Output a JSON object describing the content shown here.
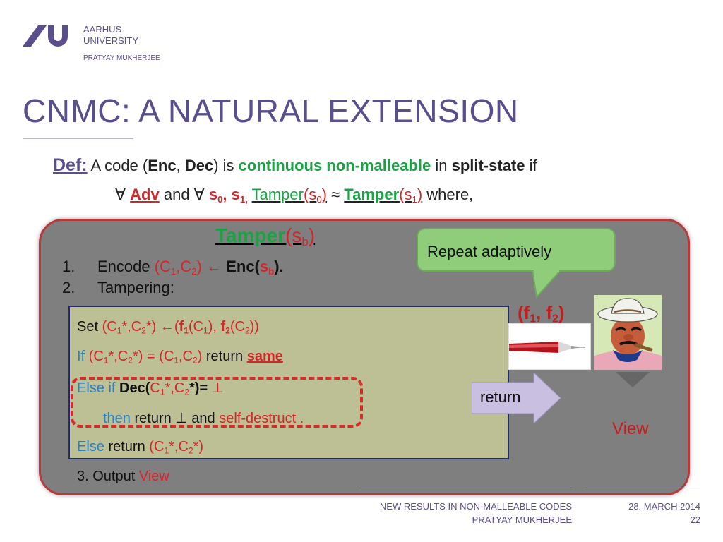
{
  "header": {
    "university_line1": "AARHUS",
    "university_line2": "UNIVERSITY",
    "author": "PRATYAY MUKHERJEE"
  },
  "slide": {
    "title": "CNMC: A NATURAL EXTENSION",
    "definition": {
      "label": "Def:",
      "text1": " A code (",
      "enc": "Enc",
      "comma": ", ",
      "dec": "Dec",
      "text2": ") is ",
      "property": "continuous non-malleable",
      "text3": " in ",
      "model": "split-state",
      "text4": " if"
    },
    "condition": {
      "forall": "∀ ",
      "adv": "Adv",
      "and": "  and ∀ ",
      "s0_s": "s",
      "s0_sub": "0",
      "comma1": ", ",
      "s1_s": "s",
      "s1_sub": "1,",
      "tamper1": "Tamper",
      "tamper1_arg_open": "(s",
      "tamper1_sub": "0",
      "tamper1_close": ")",
      "approx": " ≈ ",
      "tamper2": "Tamper",
      "tamper2_arg_open": "(s",
      "tamper2_sub": "1",
      "tamper2_close": ")",
      "where": "  where,"
    },
    "experiment": {
      "heading_tamper": "Tamper",
      "heading_open": "(s",
      "heading_sub": "b",
      "heading_close": ")",
      "step1_num": "1.",
      "step1_text": "Encode ",
      "step1_pair_open": "(C",
      "step1_sub1": "1",
      "step1_mid": ",C",
      "step1_sub2": "2",
      "step1_pair_close": ")",
      "step1_arrow": " ← ",
      "step1_enc": "Enc(",
      "step1_s": "s",
      "step1_ssub": "b",
      "step1_close": ").",
      "step2_num": "2.",
      "step2_text": "Tampering:",
      "step3": "3. Output ",
      "step3_view": "View"
    },
    "callout": "Repeat adaptively",
    "code": {
      "l1_set": "Set ",
      "l1_a": "(C",
      "l1_a1": "1",
      "l1_b": "*,C",
      "l1_b2": "2",
      "l1_c": "*) ←(",
      "l1_f1": "f",
      "l1_f1s": "1",
      "l1_d": "(C",
      "l1_d1": "1",
      "l1_e": "), ",
      "l1_f2": "f",
      "l1_f2s": "2",
      "l1_g": "(C",
      "l1_g2": "2",
      "l1_h": "))",
      "l2_if": "If ",
      "l2_a": "(C",
      "l2_a1": "1",
      "l2_b": "*,C",
      "l2_b2": "2",
      "l2_c": "*)  = (C",
      "l2_c1": "1",
      "l2_d": ",C",
      "l2_d2": "2",
      "l2_e": ")",
      "l2_ret": " return ",
      "l2_same": "same ",
      "l3_else": "Else if ",
      "l3_dec": "Dec(",
      "l3_a": "C",
      "l3_a1": "1",
      "l3_b": "*,C",
      "l3_b2": "2",
      "l3_c": "*)= ",
      "l3_bot": "⊥",
      "l4_then": "then",
      "l4_ret": " return ⊥ and ",
      "l4_sd": "self-destruct .",
      "l5_else": "Else",
      "l5_ret": " return ",
      "l5_a": "(C",
      "l5_a1": "1",
      "l5_b": "*,C",
      "l5_b2": "2",
      "l5_c": "*)"
    },
    "adversary": {
      "f_open": "(",
      "f1": "f",
      "f1_sub": "1",
      "f_comma": ", ",
      "f2": "f",
      "f2_sub": "2",
      "f_close": ")",
      "return_label": "return",
      "view_label": "View"
    }
  },
  "footer": {
    "talk_title": "NEW RESULTS IN NON-MALLEABLE CODES",
    "author": "PRATYAY MUKHERJEE",
    "date": "28. MARCH 2014",
    "page": "22"
  },
  "colors": {
    "brand": "#5a4e8c",
    "red": "#d6252a",
    "green": "#1aa344",
    "blue": "#2a7fc4",
    "panel": "#7f7f7f",
    "code_box": "#bcc094",
    "callout": "#8fcd7a",
    "return_arrow": "#c8bfe1"
  }
}
